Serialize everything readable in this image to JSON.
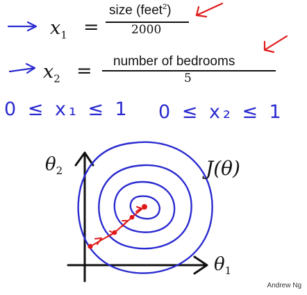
{
  "feature1": {
    "lhs_var": "x",
    "lhs_sub": "1",
    "equals": "=",
    "numerator": "size (feet",
    "numerator_sup": "2",
    "numerator_close": ")",
    "denominator": "2000"
  },
  "feature2": {
    "lhs_var": "x",
    "lhs_sub": "2",
    "equals": "=",
    "numerator": "number of bedrooms",
    "denominator": "5"
  },
  "ranges": {
    "x1": "0 ≤ x₁ ≤ 1",
    "x2": "0 ≤ x₂ ≤ 1"
  },
  "plot": {
    "y_axis_var": "θ",
    "y_axis_sub": "2",
    "x_axis_var": "θ",
    "x_axis_sub": "1",
    "cost_label": "J(θ)"
  },
  "footer": {
    "credit": "Andrew Ng"
  },
  "colors": {
    "pen_blue": "#2a2ad0",
    "pen_red": "#e01818",
    "ink_black": "#111111"
  }
}
